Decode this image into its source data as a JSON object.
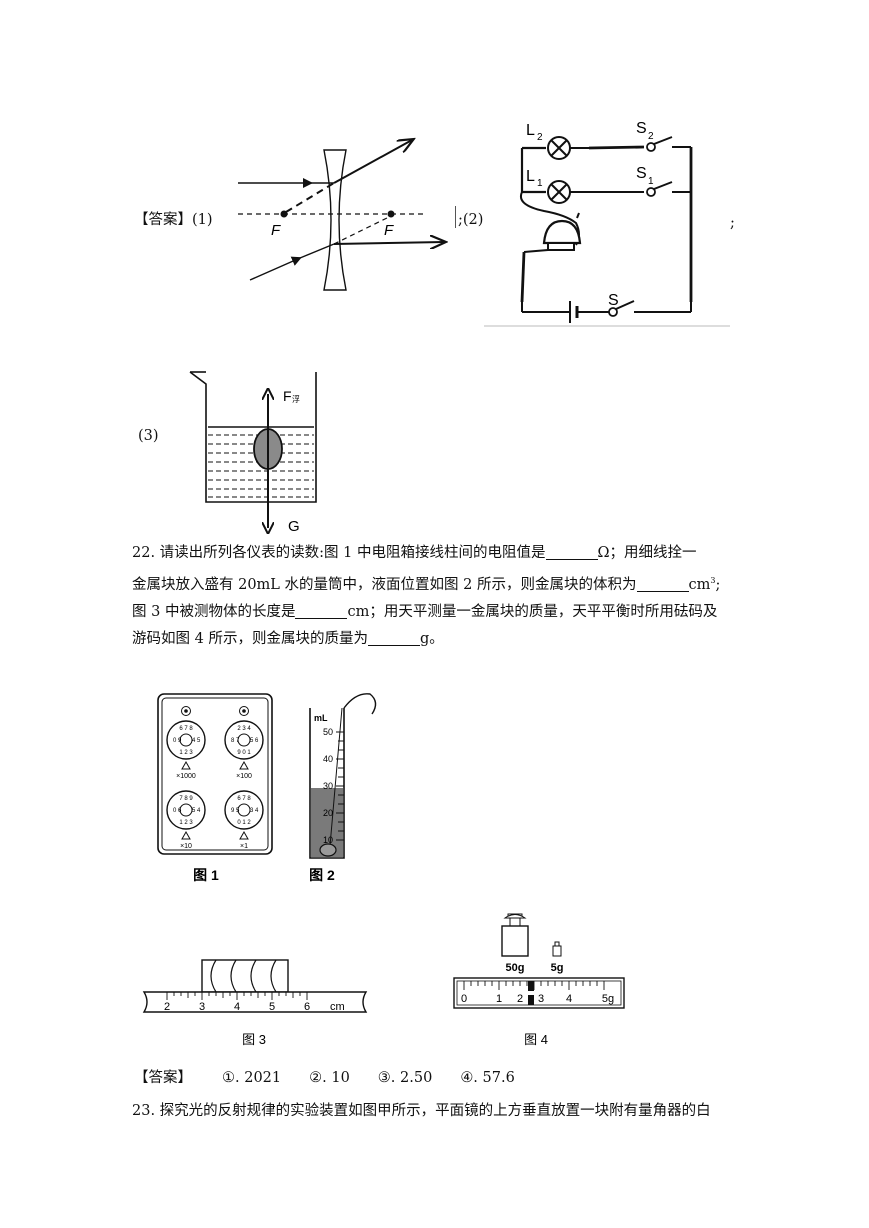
{
  "answer_label": "【答案】",
  "part1": "(1)",
  "part2": ";(2)",
  "part2_end": ";",
  "part3": "(3)",
  "lens": {
    "f_left": "F",
    "f_right": "F"
  },
  "circuit": {
    "l2": "L",
    "l2_sub": "2",
    "l1": "L",
    "l1_sub": "1",
    "s2": "S",
    "s2_sub": "2",
    "s1": "S",
    "s1_sub": "1",
    "s": "S"
  },
  "buoyancy": {
    "f_float": "F",
    "f_float_sub": "浮",
    "g": "G"
  },
  "q22": {
    "p1": "22. 请读出所列各仪表的读数:图 1 中电阻箱接线柱间的电阻值是",
    "p1_unit": "Ω；用细线拴一",
    "p2": "金属块放入盛有 20mL 水的量筒中，液面位置如图 2 所示，则金属块的体积为",
    "p2_unit": "cm",
    "p2_sup": "3",
    "p2_end": ";",
    "p3": "图 3 中被测物体的长度是",
    "p3_unit": "cm；用天平测量一金属块的质量，天平平衡时所用砝码及",
    "p4": "游码如图 4 所示，则金属块的质量为",
    "p4_unit": "g。"
  },
  "fig1": {
    "caption": "图 1",
    "dials": [
      {
        "label": "×1000"
      },
      {
        "label": "×100"
      },
      {
        "label": "×10"
      },
      {
        "label": "×1"
      }
    ]
  },
  "fig2": {
    "caption": "图 2",
    "unit": "mL",
    "ticks": [
      "50",
      "40",
      "30",
      "20",
      "10"
    ]
  },
  "fig3": {
    "caption": "图 3",
    "ticks": [
      "2",
      "3",
      "4",
      "5",
      "6"
    ],
    "unit": "cm"
  },
  "fig4": {
    "caption": "图 4",
    "weights": [
      "50g",
      "5g"
    ],
    "ticks": [
      "0",
      "1",
      "2",
      "3",
      "4",
      "5g"
    ]
  },
  "answer22": {
    "label": "【答案】",
    "items": [
      "①. 2021",
      "②. 10",
      "③. 2.50",
      "④. 57.6"
    ]
  },
  "q23": "23. 探究光的反射规律的实验装置如图甲所示，平面镜的上方垂直放置一块附有量角器的白",
  "colors": {
    "ink": "#111111",
    "liquid": "#7a7a7a",
    "object": "#8a8a8a"
  }
}
